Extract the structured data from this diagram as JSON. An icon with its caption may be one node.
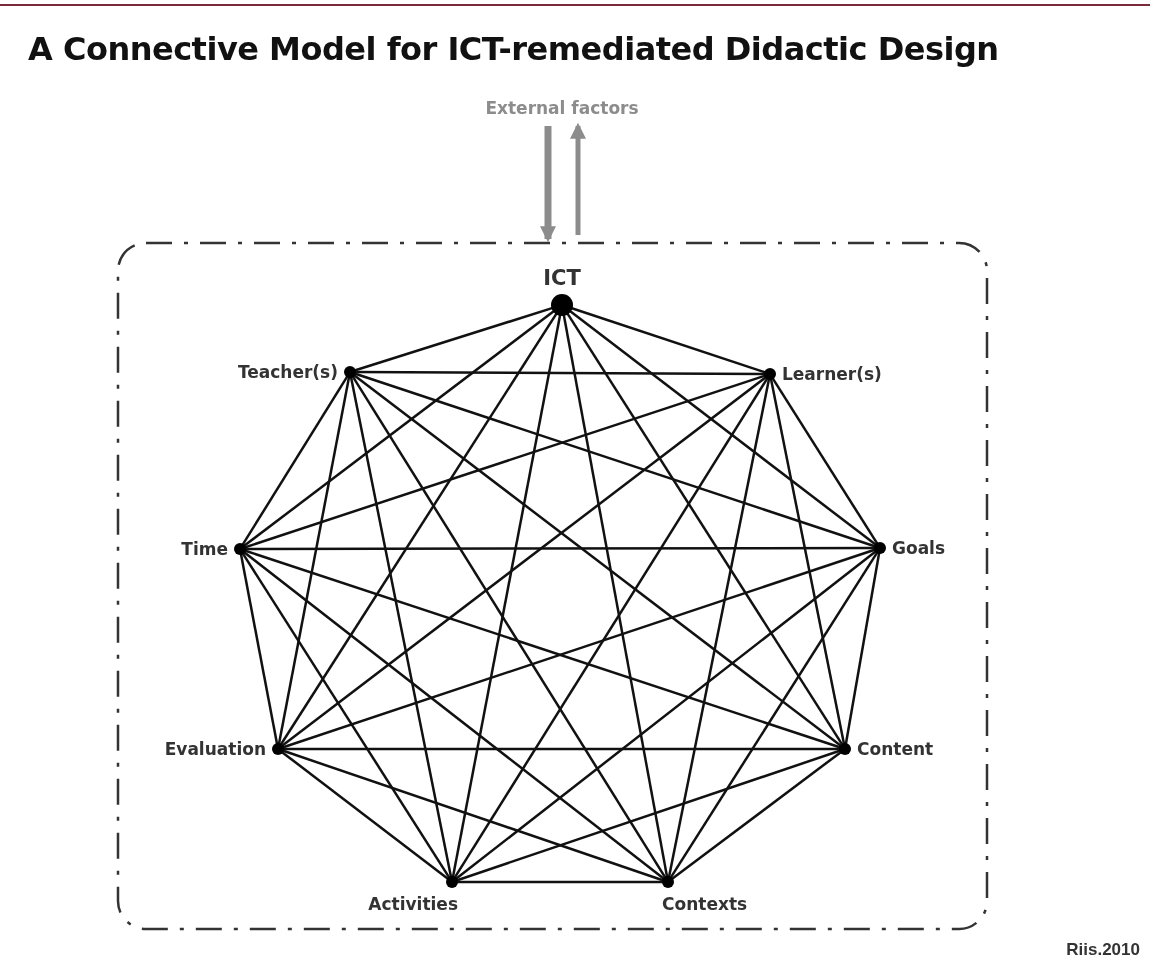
{
  "diagram": {
    "title": "A Connective Model for ICT-remediated Didactic Design",
    "nodes": [
      {
        "text": [
          "External factors"
        ]
      },
      {
        "text": [],
        "shape": "box"
      },
      {
        "text": [
          "ICT"
        ],
        "in": 1
      },
      {
        "text": [
          "Teacher(s)"
        ],
        "in": 1
      },
      {
        "text": [
          "Learner(s)"
        ],
        "in": 1
      },
      {
        "text": [
          "Time"
        ],
        "in": 1
      },
      {
        "text": [
          "Goals"
        ],
        "in": 1
      },
      {
        "text": [
          "Evaluation"
        ],
        "in": 1
      },
      {
        "text": [
          "Content"
        ],
        "in": 1
      },
      {
        "text": [
          "Activities"
        ],
        "in": 1
      },
      {
        "text": [
          "Contexts"
        ],
        "in": 1
      }
    ],
    "edges": [
      {
        "from": 0,
        "to": 1,
        "arrow": "to",
        "style": "thick",
        "color": "#8c8c8c"
      },
      {
        "from": 1,
        "to": 0,
        "arrow": "to",
        "style": "thick",
        "color": "#8c8c8c"
      },
      {
        "from": 2,
        "to": 3,
        "arrow": "none"
      },
      {
        "from": 2,
        "to": 4,
        "arrow": "none"
      },
      {
        "from": 2,
        "to": 5,
        "arrow": "none"
      },
      {
        "from": 2,
        "to": 6,
        "arrow": "none"
      },
      {
        "from": 2,
        "to": 7,
        "arrow": "none"
      },
      {
        "from": 2,
        "to": 8,
        "arrow": "none"
      },
      {
        "from": 2,
        "to": 9,
        "arrow": "none"
      },
      {
        "from": 2,
        "to": 10,
        "arrow": "none"
      },
      {
        "from": 3,
        "to": 4,
        "arrow": "none"
      },
      {
        "from": 3,
        "to": 5,
        "arrow": "none"
      },
      {
        "from": 3,
        "to": 6,
        "arrow": "none"
      },
      {
        "from": 3,
        "to": 7,
        "arrow": "none"
      },
      {
        "from": 3,
        "to": 8,
        "arrow": "none"
      },
      {
        "from": 3,
        "to": 9,
        "arrow": "none"
      },
      {
        "from": 3,
        "to": 10,
        "arrow": "none"
      },
      {
        "from": 4,
        "to": 5,
        "arrow": "none"
      },
      {
        "from": 4,
        "to": 6,
        "arrow": "none"
      },
      {
        "from": 4,
        "to": 7,
        "arrow": "none"
      },
      {
        "from": 4,
        "to": 8,
        "arrow": "none"
      },
      {
        "from": 4,
        "to": 9,
        "arrow": "none"
      },
      {
        "from": 4,
        "to": 10,
        "arrow": "none"
      },
      {
        "from": 5,
        "to": 6,
        "arrow": "none"
      },
      {
        "from": 5,
        "to": 7,
        "arrow": "none"
      },
      {
        "from": 5,
        "to": 8,
        "arrow": "none"
      },
      {
        "from": 5,
        "to": 9,
        "arrow": "none"
      },
      {
        "from": 5,
        "to": 10,
        "arrow": "none"
      },
      {
        "from": 6,
        "to": 7,
        "arrow": "none"
      },
      {
        "from": 6,
        "to": 8,
        "arrow": "none"
      },
      {
        "from": 6,
        "to": 9,
        "arrow": "none"
      },
      {
        "from": 6,
        "to": 10,
        "arrow": "none"
      },
      {
        "from": 7,
        "to": 8,
        "arrow": "none"
      },
      {
        "from": 7,
        "to": 9,
        "arrow": "none"
      },
      {
        "from": 7,
        "to": 10,
        "arrow": "none"
      },
      {
        "from": 8,
        "to": 9,
        "arrow": "none"
      },
      {
        "from": 8,
        "to": 10,
        "arrow": "none"
      },
      {
        "from": 9,
        "to": 10,
        "arrow": "none"
      }
    ],
    "labels": [
      "Riis.2010"
    ]
  }
}
